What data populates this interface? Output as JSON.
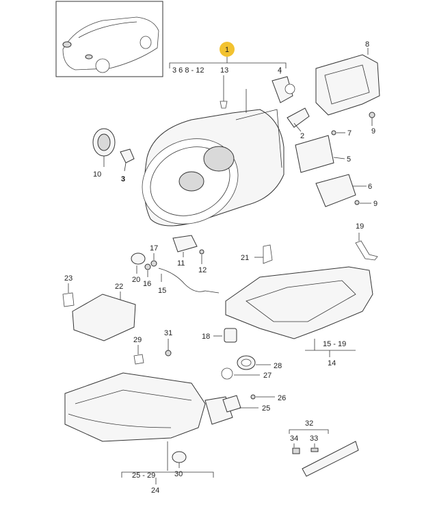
{
  "diagram": {
    "highlight_badge": "1",
    "group_label_1": "3  6   8 - 12",
    "group_label_1_extra": "13",
    "labels": {
      "p2": "2",
      "p3": "3",
      "p4": "4",
      "p5": "5",
      "p6": "6",
      "p7": "7",
      "p8": "8",
      "p9a": "9",
      "p9b": "9",
      "p10": "10",
      "p11": "11",
      "p12": "12",
      "p14": "14",
      "p15": "15",
      "p15_19": "15 - 19",
      "p16": "16",
      "p17": "17",
      "p18": "18",
      "p19": "19",
      "p20": "20",
      "p21": "21",
      "p22": "22",
      "p23": "23",
      "p24": "24",
      "p25a": "25",
      "p25_29": "25 - 29",
      "p26": "26",
      "p27": "27",
      "p28": "28",
      "p29": "29",
      "p30": "30",
      "p31": "31",
      "p32": "32",
      "p33": "33",
      "p34": "34"
    },
    "colors": {
      "badge": "#f2c230",
      "stroke": "#333333"
    }
  }
}
